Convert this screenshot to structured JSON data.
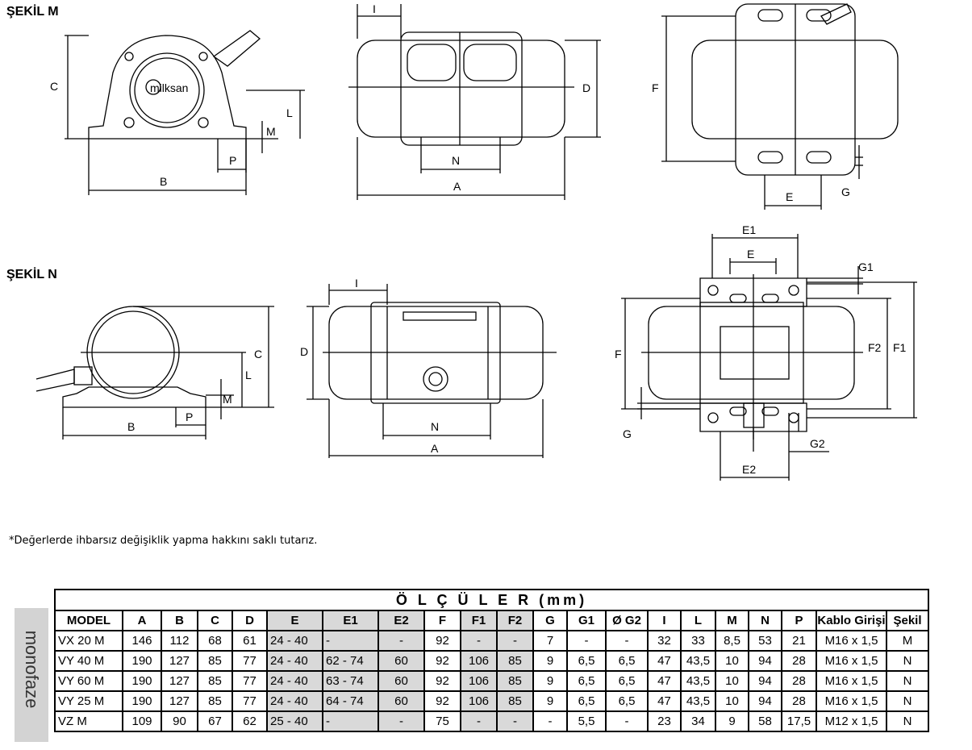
{
  "figures": {
    "m_label": "ŞEKİL M",
    "n_label": "ŞEKİL N",
    "brand_logo": "milksan",
    "dims_m_front": [
      "C",
      "L",
      "M",
      "P",
      "B"
    ],
    "dims_m_side": [
      "I",
      "D",
      "N",
      "A"
    ],
    "dims_m_top": [
      "F",
      "E",
      "G"
    ],
    "dims_n_front": [
      "C",
      "L",
      "M",
      "B",
      "P"
    ],
    "dims_n_side": [
      "I",
      "D",
      "N",
      "A"
    ],
    "dims_n_top": [
      "E1",
      "E",
      "G1",
      "F",
      "F2",
      "F1",
      "G",
      "G2",
      "E2"
    ]
  },
  "note": "*Değerlerde ihbarsız değişiklik yapma hakkını saklı tutarız.",
  "table": {
    "title": "Ö L Ç Ü L E R  (mm)",
    "side_label": "monofaze",
    "headers": [
      "MODEL",
      "A",
      "B",
      "C",
      "D",
      "E",
      "E1",
      "E2",
      "F",
      "F1",
      "F2",
      "G",
      "G1",
      "Ø G2",
      "I",
      "L",
      "M",
      "N",
      "P",
      "Kablo Girişi",
      "Şekil"
    ],
    "rows": [
      [
        "VX 20 M",
        "146",
        "112",
        "68",
        "61",
        "24 - 40",
        "-",
        "-",
        "92",
        "-",
        "-",
        "7",
        "-",
        "-",
        "32",
        "33",
        "8,5",
        "53",
        "21",
        "M16 x 1,5",
        "M"
      ],
      [
        "VY 40 M",
        "190",
        "127",
        "85",
        "77",
        "24 - 40",
        "62 - 74",
        "60",
        "92",
        "106",
        "85",
        "9",
        "6,5",
        "6,5",
        "47",
        "43,5",
        "10",
        "94",
        "28",
        "M16 x 1,5",
        "N"
      ],
      [
        "VY 60 M",
        "190",
        "127",
        "85",
        "77",
        "24 - 40",
        "63 - 74",
        "60",
        "92",
        "106",
        "85",
        "9",
        "6,5",
        "6,5",
        "47",
        "43,5",
        "10",
        "94",
        "28",
        "M16 x 1,5",
        "N"
      ],
      [
        "VY 25 M",
        "190",
        "127",
        "85",
        "77",
        "24 - 40",
        "64 - 74",
        "60",
        "92",
        "106",
        "85",
        "9",
        "6,5",
        "6,5",
        "47",
        "43,5",
        "10",
        "94",
        "28",
        "M16 x 1,5",
        "N"
      ],
      [
        "VZ M",
        "109",
        "90",
        "67",
        "62",
        "25 - 40",
        "-",
        "-",
        "75",
        "-",
        "-",
        "-",
        "5,5",
        "-",
        "23",
        "34",
        "9",
        "58",
        "17,5",
        "M12 x 1,5",
        "N"
      ]
    ]
  }
}
